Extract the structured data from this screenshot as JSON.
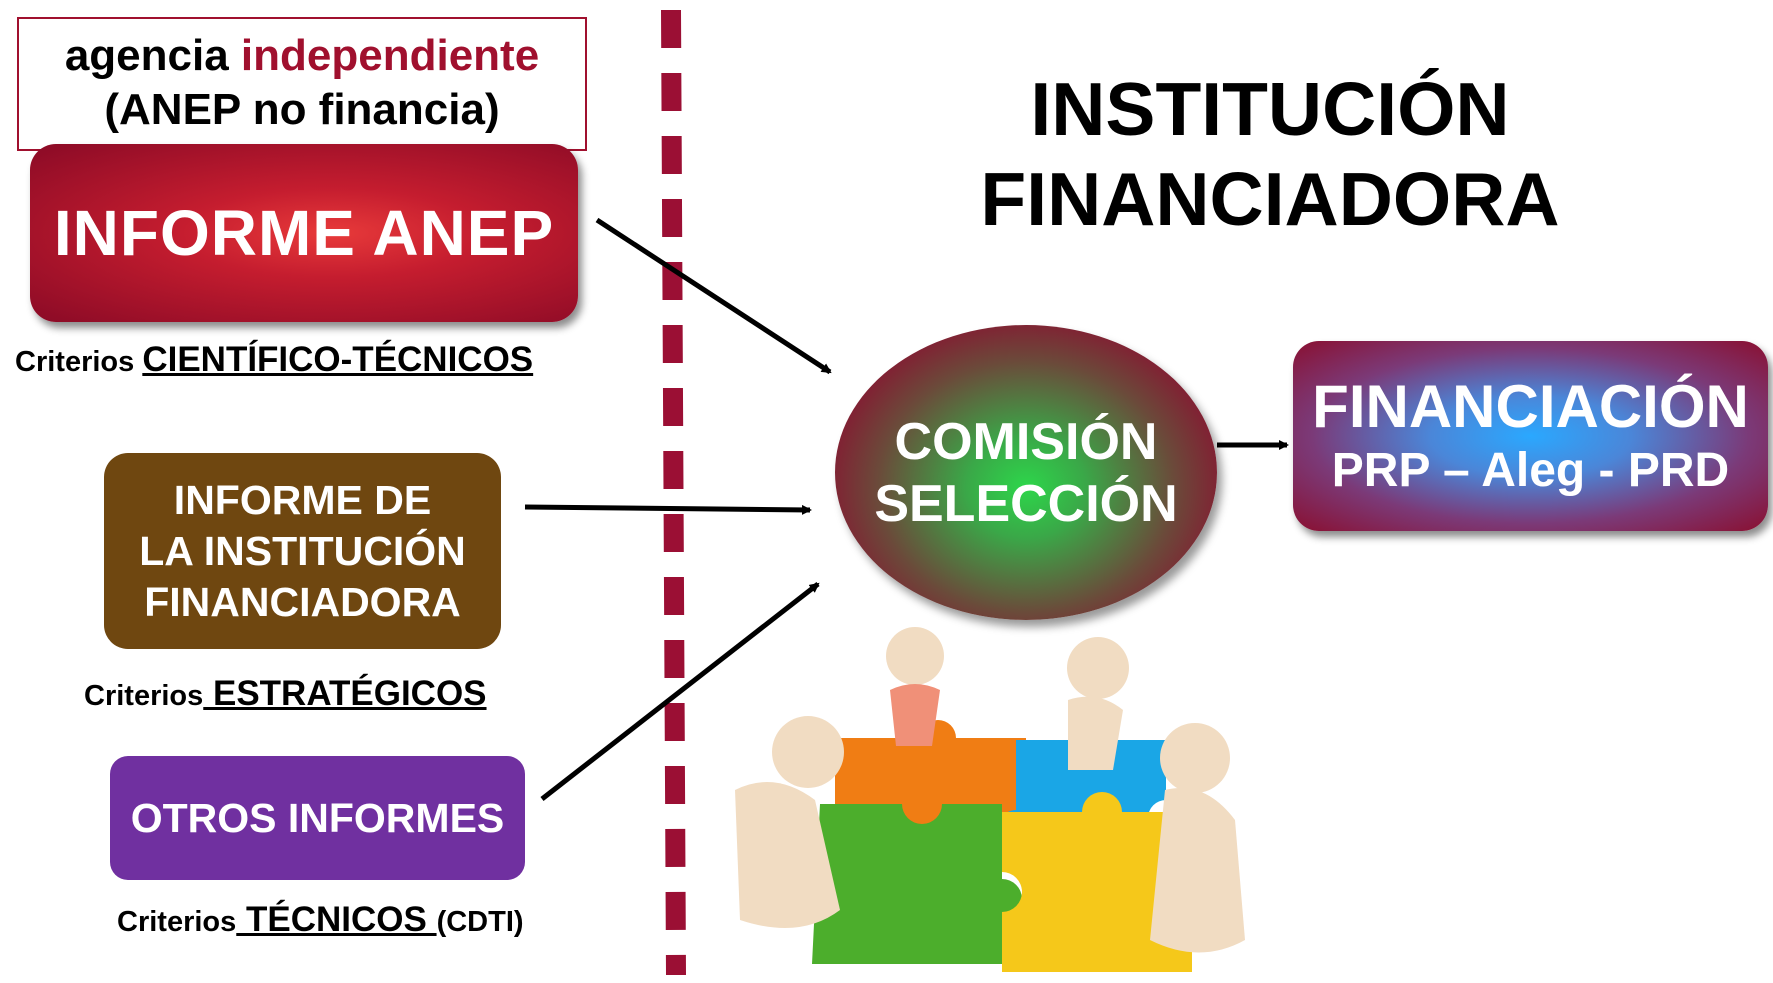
{
  "agency": {
    "line1_a": "agencia",
    "line1_b": "independiente",
    "line2": "(ANEP no financia)"
  },
  "anep": {
    "label": "INFORME ANEP",
    "criteria_prefix": "Criterios",
    "criteria": "CIENTÍFICO-TÉCNICOS"
  },
  "institution_report": {
    "line1": "INFORME DE",
    "line2": "LA INSTITUCIÓN",
    "line3": "FINANCIADORA",
    "criteria_prefix": "Criterios",
    "criteria": " ESTRATÉGICOS"
  },
  "other_reports": {
    "label": "OTROS INFORMES",
    "criteria_prefix": "Criterios",
    "criteria": " TÉCNICOS ",
    "criteria_suffix": "(CDTI)"
  },
  "title": {
    "line1": "INSTITUCIÓN",
    "line2": "FINANCIADORA"
  },
  "commission": {
    "line1": "COMISIÓN",
    "line2": "SELECCIÓN"
  },
  "financing": {
    "title": "FINANCIACIÓN",
    "subtitle": "PRP – Aleg - PRD"
  },
  "colors": {
    "divider": "#9b0f34",
    "anep": "#c51d2f",
    "institution": "#6f4710",
    "other": "#7030a0"
  },
  "illustration": "puzzle-team-illustration"
}
